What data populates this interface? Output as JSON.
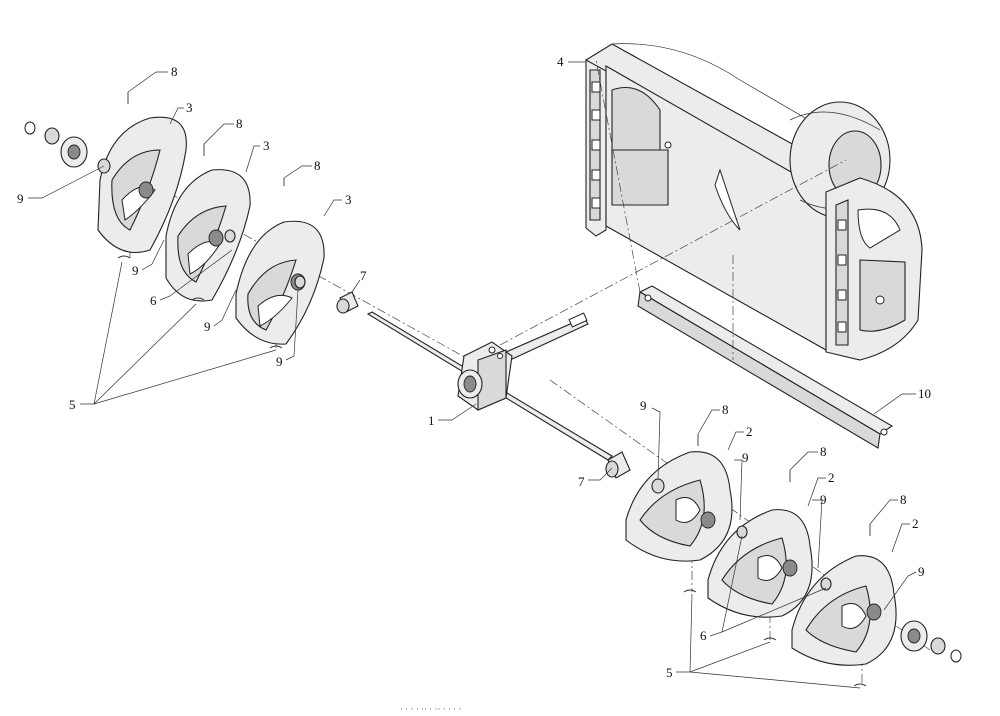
{
  "callouts": {
    "c1": "1",
    "c2a": "2",
    "c2b": "2",
    "c2c": "2",
    "c3a": "3",
    "c3b": "3",
    "c3c": "3",
    "c4": "4",
    "c5a": "5",
    "c5b": "5",
    "c6a": "6",
    "c6b": "6",
    "c7a": "7",
    "c7b": "7",
    "c8a": "8",
    "c8b": "8",
    "c8c": "8",
    "c8d": "8",
    "c8e": "8",
    "c8f": "8",
    "c9a": "9",
    "c9b": "9",
    "c9c": "9",
    "c9d": "9",
    "c9e": "9",
    "c9f": "9",
    "c9g": "9",
    "c9h": "9",
    "c10": "10"
  },
  "caption": "· · · · ·· · ·· · · · ·"
}
